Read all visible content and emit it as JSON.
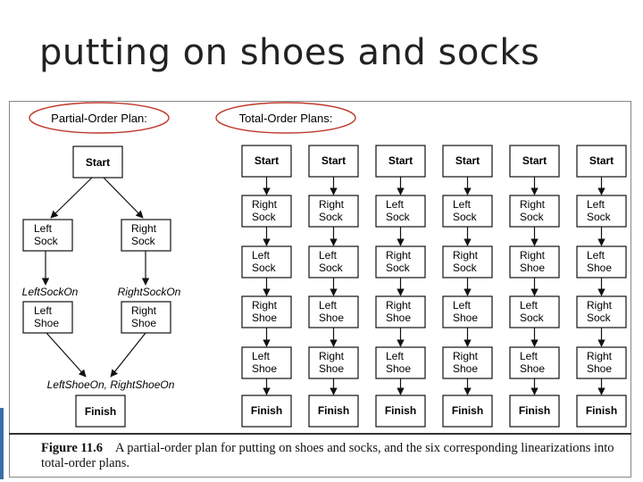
{
  "slide": {
    "title": "putting on shoes and socks"
  },
  "partial": {
    "label": "Partial-Order Plan:",
    "nodes": {
      "start": "Start",
      "left_sock": [
        "Left",
        "Sock"
      ],
      "right_sock": [
        "Right",
        "Sock"
      ],
      "left_shoe": [
        "Left",
        "Shoe"
      ],
      "right_shoe": [
        "Right",
        "Shoe"
      ],
      "finish": "Finish"
    },
    "conditions": {
      "left_sock_on": "LeftSockOn",
      "right_sock_on": "RightSockOn",
      "shoes_on": "LeftShoeOn, RightShoeOn"
    }
  },
  "total": {
    "label": "Total-Order Plans:",
    "plans": [
      [
        [
          "Start"
        ],
        [
          "Right",
          "Sock"
        ],
        [
          "Left",
          "Sock"
        ],
        [
          "Right",
          "Shoe"
        ],
        [
          "Left",
          "Shoe"
        ],
        [
          "Finish"
        ]
      ],
      [
        [
          "Start"
        ],
        [
          "Right",
          "Sock"
        ],
        [
          "Left",
          "Sock"
        ],
        [
          "Left",
          "Shoe"
        ],
        [
          "Right",
          "Shoe"
        ],
        [
          "Finish"
        ]
      ],
      [
        [
          "Start"
        ],
        [
          "Left",
          "Sock"
        ],
        [
          "Right",
          "Sock"
        ],
        [
          "Right",
          "Shoe"
        ],
        [
          "Left",
          "Shoe"
        ],
        [
          "Finish"
        ]
      ],
      [
        [
          "Start"
        ],
        [
          "Left",
          "Sock"
        ],
        [
          "Right",
          "Sock"
        ],
        [
          "Left",
          "Shoe"
        ],
        [
          "Right",
          "Shoe"
        ],
        [
          "Finish"
        ]
      ],
      [
        [
          "Start"
        ],
        [
          "Right",
          "Sock"
        ],
        [
          "Right",
          "Shoe"
        ],
        [
          "Left",
          "Sock"
        ],
        [
          "Left",
          "Shoe"
        ],
        [
          "Finish"
        ]
      ],
      [
        [
          "Start"
        ],
        [
          "Left",
          "Sock"
        ],
        [
          "Left",
          "Shoe"
        ],
        [
          "Right",
          "Sock"
        ],
        [
          "Right",
          "Shoe"
        ],
        [
          "Finish"
        ]
      ]
    ]
  },
  "caption": {
    "label": "Figure 11.6",
    "text": "A partial-order plan for putting on shoes and socks, and the six corresponding linearizations into total-order plans."
  },
  "colors": {
    "highlight_ellipse": "#c0392b",
    "accent_bar": "#3a6ea5"
  }
}
